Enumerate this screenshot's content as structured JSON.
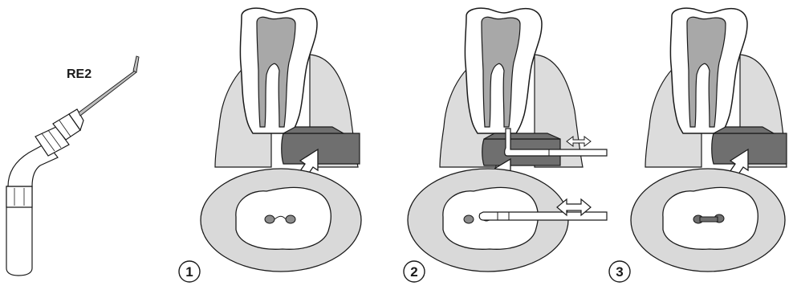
{
  "tip_label": "RE2",
  "steps": [
    {
      "number": "1",
      "has_instrument": false
    },
    {
      "number": "2",
      "has_instrument": true
    },
    {
      "number": "3",
      "has_instrument": false
    }
  ],
  "colors": {
    "gum": "#dcdcdc",
    "tissue": "#d9d9d9",
    "cuff": "#6f6f6f",
    "pulp": "#a8a8a8",
    "outline": "#1a1a1a",
    "tooth": "#ffffff"
  },
  "icons": {
    "ultrasonic_tip": "ultrasonic-handpiece-icon",
    "vibration_arrow": "double-arrow-icon",
    "insertion_arrow": "insertion-arrow-icon"
  }
}
